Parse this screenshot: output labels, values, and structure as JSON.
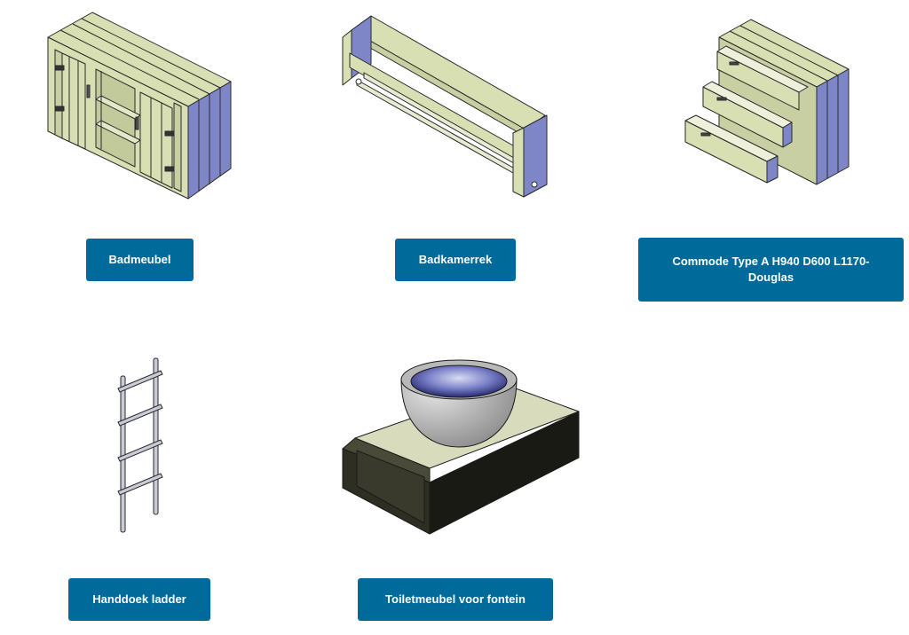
{
  "products": [
    {
      "label": "Badmeubel",
      "thumbnail": "badmeubel-cabinet-image"
    },
    {
      "label": "Badkamerrek",
      "thumbnail": "badkamerrek-rack-image"
    },
    {
      "label": "Commode Type A H940 D600 L1170-Douglas",
      "thumbnail": "commode-drawers-image"
    },
    {
      "label": "Handdoek ladder",
      "thumbnail": "towel-ladder-image"
    },
    {
      "label": "Toiletmeubel voor fontein",
      "thumbnail": "toilet-furniture-basin-image"
    }
  ],
  "colors": {
    "button_bg": "#006a9b",
    "button_text": "#ffffff",
    "wood": "#d8dfb2",
    "wood_side": "#7e86c8",
    "outline": "#2a2a2a"
  }
}
